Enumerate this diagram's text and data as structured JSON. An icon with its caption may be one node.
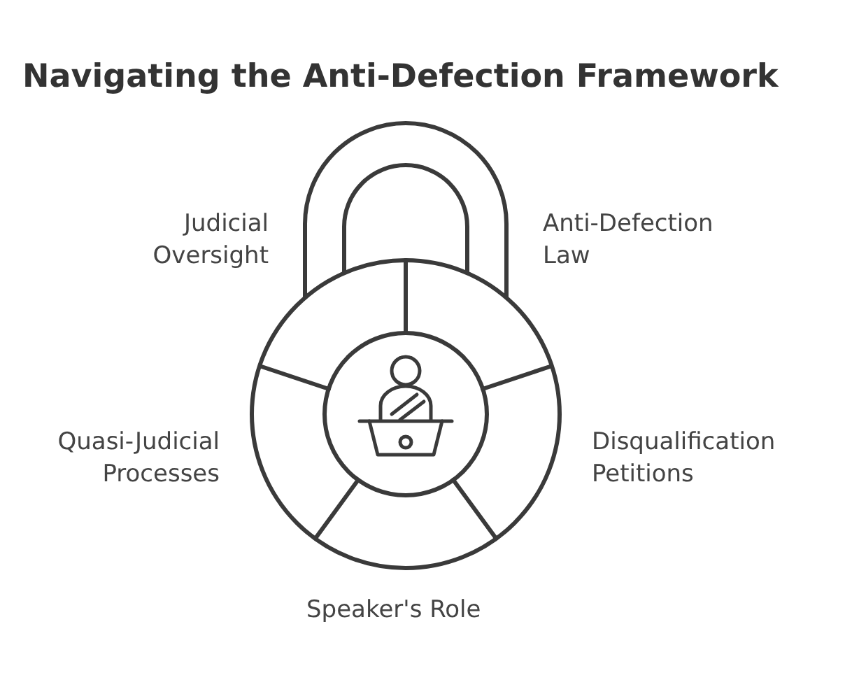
{
  "diagram": {
    "title": "Navigating the Anti-Defection Framework",
    "labels": [
      "Judicial Oversight",
      "Anti-Defection Law",
      "Quasi-Judicial Processes",
      "Disqualification Petitions",
      "Speaker's Role"
    ]
  }
}
